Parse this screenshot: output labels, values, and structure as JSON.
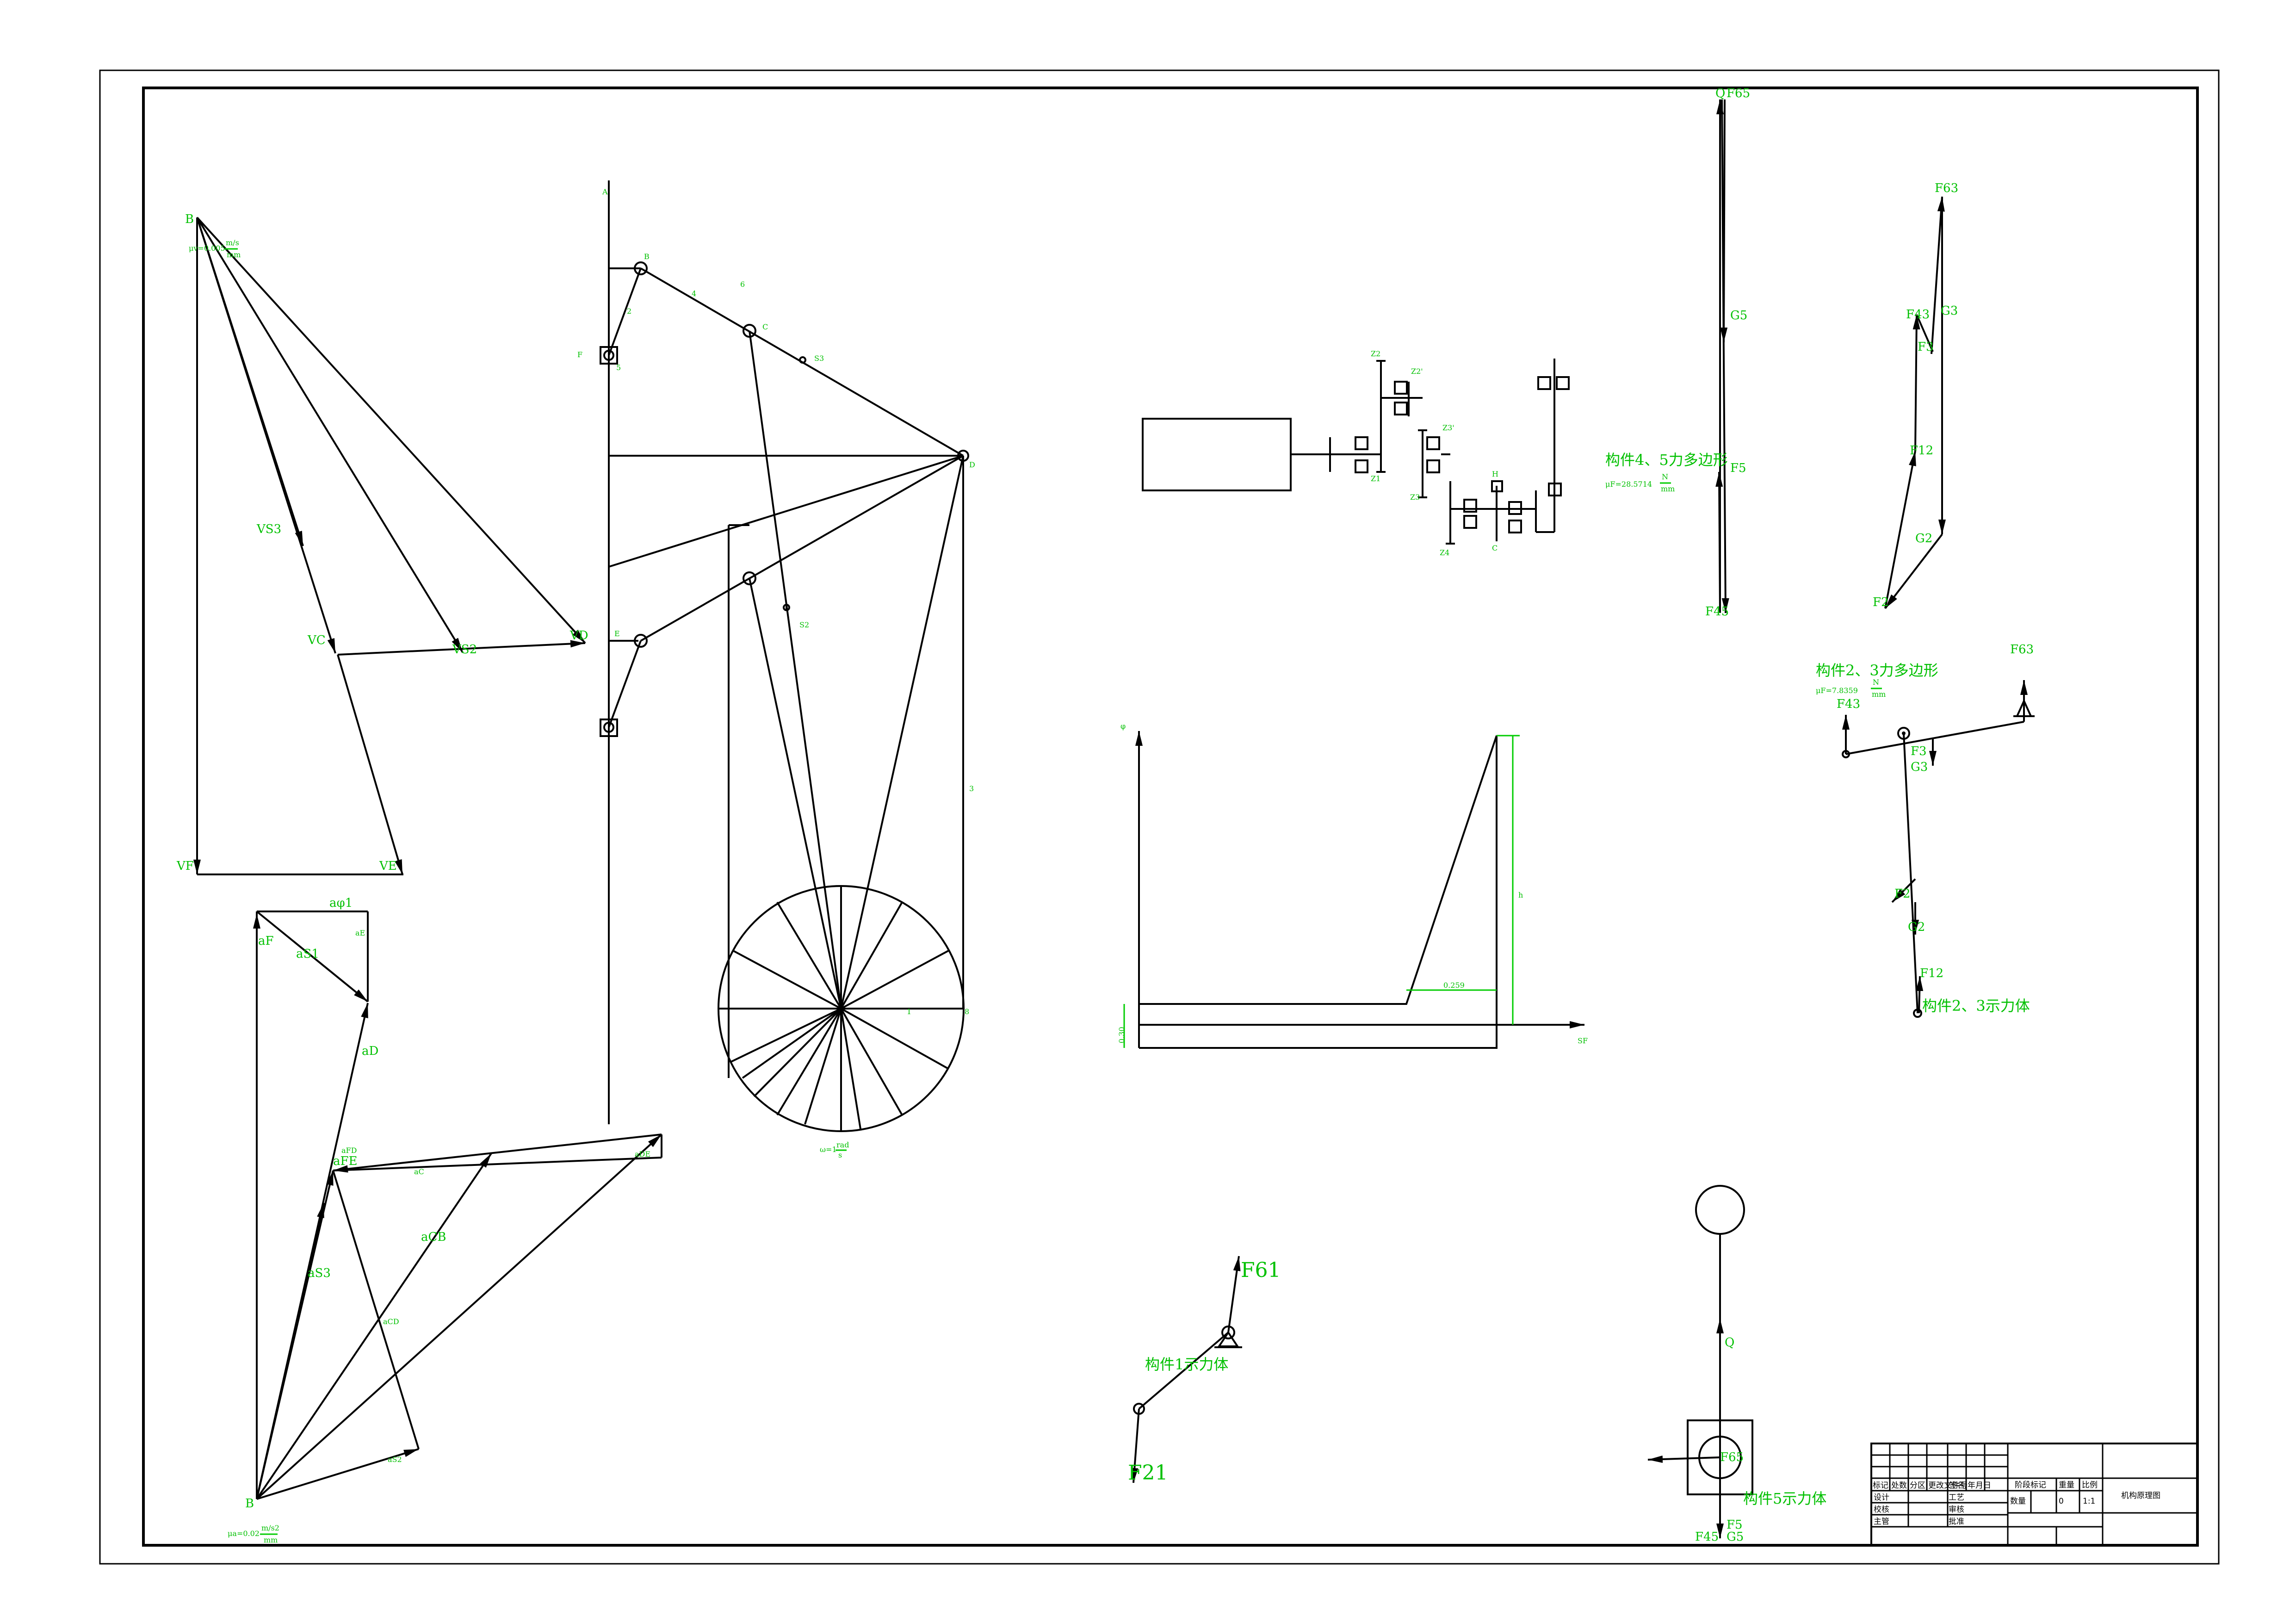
{
  "title_block": {
    "title": "机构原理图",
    "header": [
      "标记",
      "处数",
      "分区",
      "更改文件号",
      "签名",
      "年月日"
    ],
    "rows": [
      "设计",
      "校核",
      "主管"
    ],
    "mid": [
      "工艺",
      "审核",
      "批准"
    ],
    "stage_label": "阶段标记",
    "weight_label": "重量",
    "scale_label": "比例",
    "count_label": "数量",
    "weight_value": "0",
    "scale_value": "1:1"
  },
  "velocity_polygon": {
    "p": "B",
    "vs3": "VS3",
    "vc": "VC",
    "vd": "VD",
    "vf": "VF",
    "ve": "VE",
    "vs2": "VS2",
    "scale": "μv=0.005",
    "unit_num": "m/s",
    "unit_den": "mm"
  },
  "accel_polygon": {
    "p": "B",
    "scale": "μa=0.02",
    "unit_num": "m/s2",
    "unit_den": "mm",
    "labels": [
      "aφ1",
      "aF",
      "aS1",
      "aE",
      "aD",
      "aDE",
      "aFE",
      "aC",
      "aCB",
      "aS3",
      "aCD",
      "aS2",
      "aFD"
    ]
  },
  "mechanism": {
    "points": [
      "A",
      "B",
      "C",
      "D",
      "E",
      "F",
      "S3",
      "S2",
      "1",
      "2",
      "3",
      "4",
      "5",
      "6",
      "8"
    ],
    "omega": "ω=1",
    "omega_num": "rad",
    "omega_den": "s"
  },
  "gear_train": {
    "labels": [
      "Z2",
      "Z2'",
      "Z1",
      "Z3",
      "Z3'",
      "Z4",
      "H",
      "C"
    ]
  },
  "motion_graph": {
    "yaxis": "φ",
    "xaxis": "SF",
    "h": "h",
    "t1": "0.30",
    "t2": "0.259"
  },
  "force_polygon_45": {
    "title": "构件4、5力多边形",
    "scale": "μF=28.5714",
    "unit_num": "N",
    "unit_den": "mm",
    "labels": [
      "Q",
      "F65",
      "G5",
      "F5",
      "F45"
    ]
  },
  "force_polygon_23": {
    "labels": [
      "F63",
      "F43",
      "G3",
      "F3",
      "F12",
      "G2",
      "F2"
    ]
  },
  "free_body_23": {
    "title": "构件2、3力多边形",
    "scale": "μF=7.8359",
    "unit_num": "N",
    "unit_den": "mm",
    "caption": "构件2、3示力体",
    "labels": [
      "F63",
      "F43",
      "F3",
      "G3",
      "F2",
      "G2",
      "F12"
    ]
  },
  "free_body_1": {
    "caption": "构件1示力体",
    "labels": [
      "F61",
      "F21"
    ]
  },
  "free_body_5": {
    "caption": "构件5示力体",
    "labels": [
      "Q",
      "F65",
      "F45",
      "F5",
      "G5"
    ]
  }
}
